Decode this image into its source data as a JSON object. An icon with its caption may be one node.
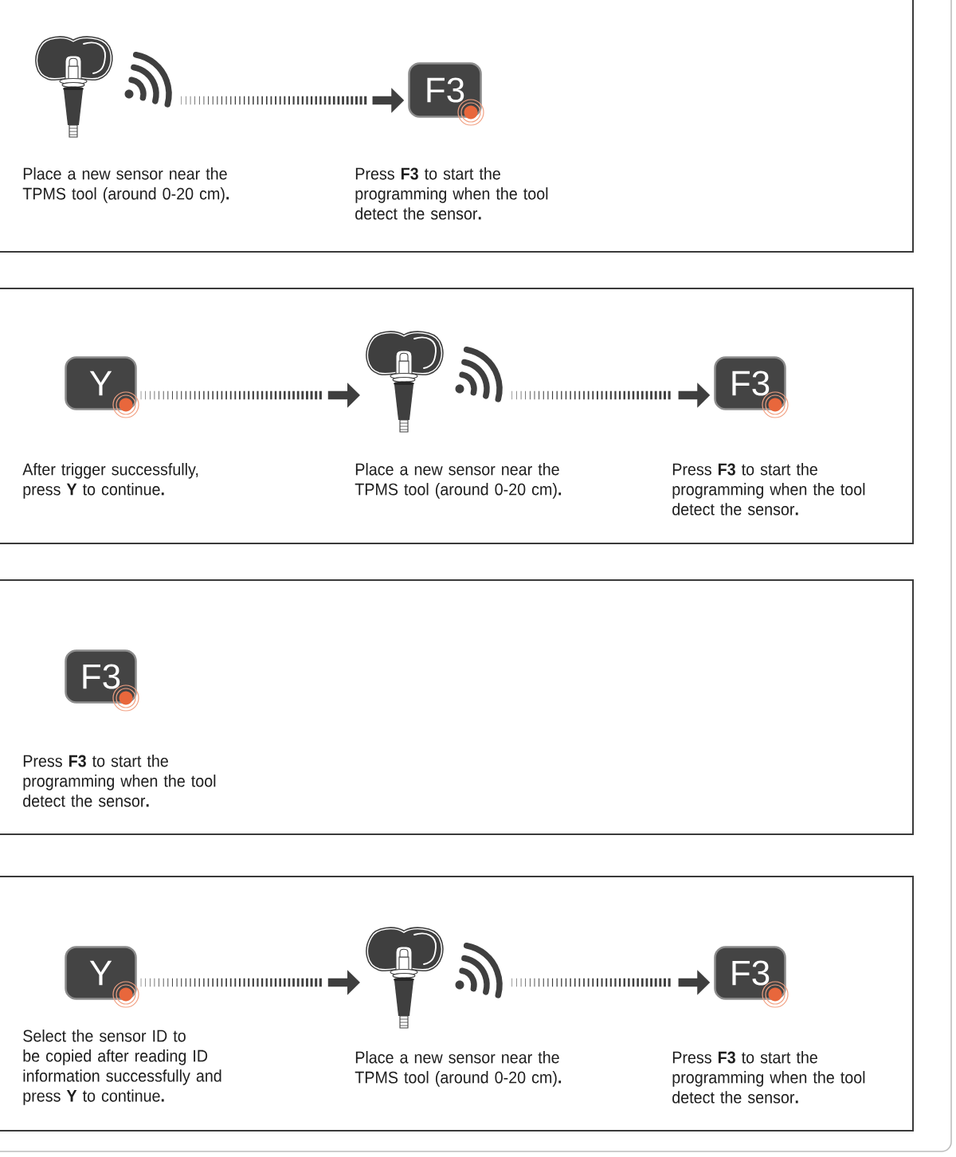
{
  "diagram": {
    "nodes": [
      {
        "text": [],
        "shape": "box"
      },
      {
        "text": [],
        "shape": "picture",
        "in": 0,
        "beside": [
          "Place a new sensor near the TPMS tool (around 0-20 cm)**.**"
        ]
      },
      {
        "text": [
          "F3"
        ],
        "in": 0,
        "beside": [
          "Press **F3** to start the programming when the tool detect the sensor**.**"
        ]
      },
      {
        "text": [],
        "shape": "box"
      },
      {
        "text": [
          "Y"
        ],
        "in": 3,
        "beside": [
          "After trigger successfully, press **Y** to continue**.**"
        ]
      },
      {
        "text": [],
        "shape": "picture",
        "in": 3,
        "beside": [
          "Place a new sensor near the TPMS tool (around 0-20 cm)**.**"
        ]
      },
      {
        "text": [
          "F3"
        ],
        "in": 3,
        "beside": [
          "Press **F3** to start the programming when the tool detect the sensor**.**"
        ]
      },
      {
        "text": [],
        "shape": "box"
      },
      {
        "text": [
          "F3"
        ],
        "in": 7,
        "beside": [
          "Press **F3** to start the programming when the tool detect the sensor**.**"
        ]
      },
      {
        "text": [],
        "shape": "box"
      },
      {
        "text": [
          "Y"
        ],
        "in": 9,
        "beside": [
          "Select the sensor ID to be copied after reading ID information successfully and press **Y** to continue**.**"
        ]
      },
      {
        "text": [],
        "shape": "picture",
        "in": 9,
        "beside": [
          "Place a new sensor near the TPMS tool (around 0-20 cm)**.**"
        ]
      },
      {
        "text": [
          "F3"
        ],
        "in": 9,
        "beside": [
          "Press **F3** to start the programming when the tool detect the sensor**.**"
        ]
      }
    ],
    "edges": [
      {
        "from": 1,
        "to": 2,
        "arrow": "to"
      },
      {
        "from": 4,
        "to": 5,
        "arrow": "to"
      },
      {
        "from": 5,
        "to": 6,
        "arrow": "to"
      },
      {
        "from": 10,
        "to": 11,
        "arrow": "to"
      },
      {
        "from": 11,
        "to": 12,
        "arrow": "to"
      }
    ]
  }
}
